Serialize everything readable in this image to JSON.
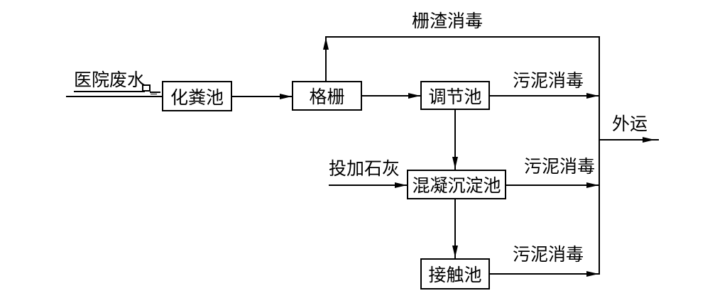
{
  "diagram": {
    "title_implied": "医院废水处理工艺流程",
    "colors": {
      "line": "#000000",
      "background": "#ffffff",
      "text": "#000000"
    },
    "labels": {
      "influent": "医院废水",
      "screenings_disinfect": "栅渣消毒",
      "sludge_disinfect": "污泥消毒",
      "lime_dosing": "投加石灰",
      "outward": "外运"
    },
    "nodes": {
      "septic_tank": "化粪池",
      "bar_screen": "格栅",
      "regulating_tank": "调节池",
      "coag_sed_tank": "混凝沉淀池",
      "contact_tank": "接触池"
    },
    "edges": [
      "医院废水 → 化粪池",
      "化粪池 → 格栅",
      "格栅 → 调节池",
      "格栅 → 栅渣消毒汇集线",
      "调节池 → 混凝沉淀池",
      "投加石灰 → 混凝沉淀池",
      "混凝沉淀池 → 接触池",
      "调节池 → 污泥消毒汇集线",
      "混凝沉淀池 → 污泥消毒汇集线",
      "接触池 → 污泥消毒汇集线",
      "汇集线 → 外运"
    ]
  }
}
